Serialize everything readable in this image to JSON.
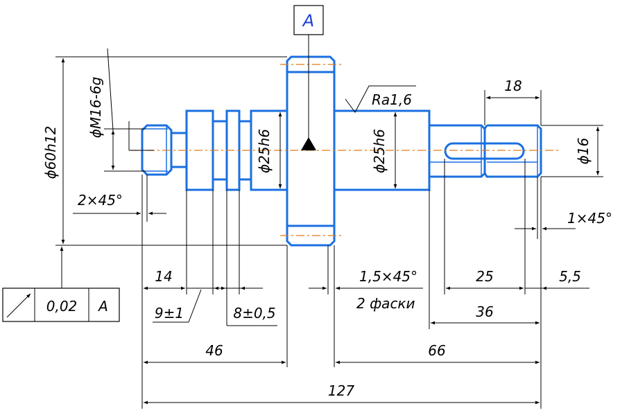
{
  "datum": {
    "letter": "A"
  },
  "runout_frame": {
    "tolerance": "0,02",
    "datum": "A"
  },
  "surface_finish": "Ra1,6",
  "diameters": {
    "d60": "ϕ60h12",
    "m16": "ϕM16-6g",
    "d25_left": "ϕ25h6",
    "d25_right": "ϕ25h6",
    "d16": "ϕ16"
  },
  "chamfers": {
    "left": "2×45°",
    "right": "1×45°",
    "gear": "1,5×45°",
    "gear_note": "2 фаски"
  },
  "lengths": {
    "l14": "14",
    "l9": "9±1",
    "l8": "8±0,5",
    "l46": "46",
    "l66": "66",
    "l127": "127",
    "l25": "25",
    "l5_5": "5,5",
    "l36": "36",
    "l18": "18"
  },
  "colors": {
    "part": "#1a6fe0",
    "axis": "#e07b1a",
    "datum_letter": "#1a3fe0"
  }
}
